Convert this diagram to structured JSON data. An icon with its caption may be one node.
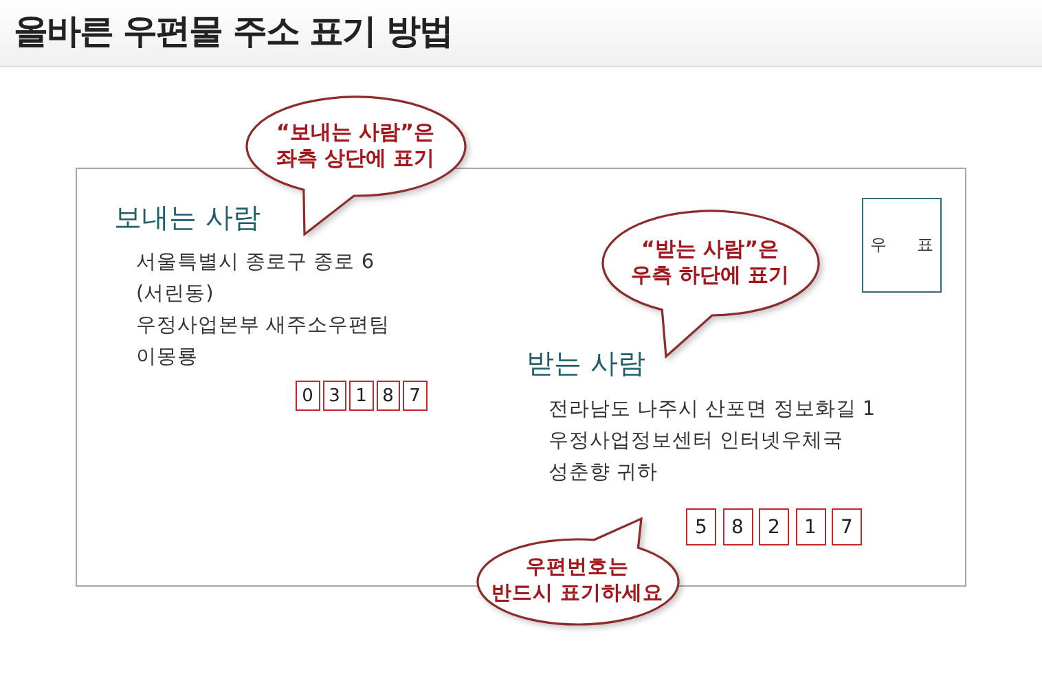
{
  "diagram": {
    "title": "올바른 우편물 주소 표기 방법",
    "nodes": [
      {
        "text": [],
        "shape": "box"
      },
      {
        "text": [
          "“보내는 사람”은 좌측 상단에 표기"
        ]
      },
      {
        "text": [
          "우 표"
        ],
        "in": 0
      },
      {
        "text": [
          "“받는 사람”은 우측 하단에 표기"
        ],
        "in": 0
      },
      {
        "text": [
          "0"
        ],
        "in": 0
      },
      {
        "text": [
          "3"
        ],
        "in": 0
      },
      {
        "text": [
          "1"
        ],
        "in": 0
      },
      {
        "text": [
          "8"
        ],
        "in": 0
      },
      {
        "text": [
          "7"
        ],
        "in": 0
      },
      {
        "text": [
          "5"
        ],
        "in": 0
      },
      {
        "text": [
          "8"
        ],
        "in": 0
      },
      {
        "text": [
          "2"
        ],
        "in": 0
      },
      {
        "text": [
          "1"
        ],
        "in": 0
      },
      {
        "text": [
          "7"
        ],
        "in": 0
      },
      {
        "text": [
          "우편번호는 반드시 표기하세요"
        ]
      }
    ],
    "labels": [
      "보내는 사람",
      "서울특별시 종로구 종로 6",
      "(서린동)",
      "우정사업본부 새주소우편팀",
      "이몽룡",
      "받는 사람",
      "전라남도 나주시 산포면 정보화길 1",
      "우정사업정보센터 인터넷우체국",
      "성춘향 귀하"
    ]
  }
}
